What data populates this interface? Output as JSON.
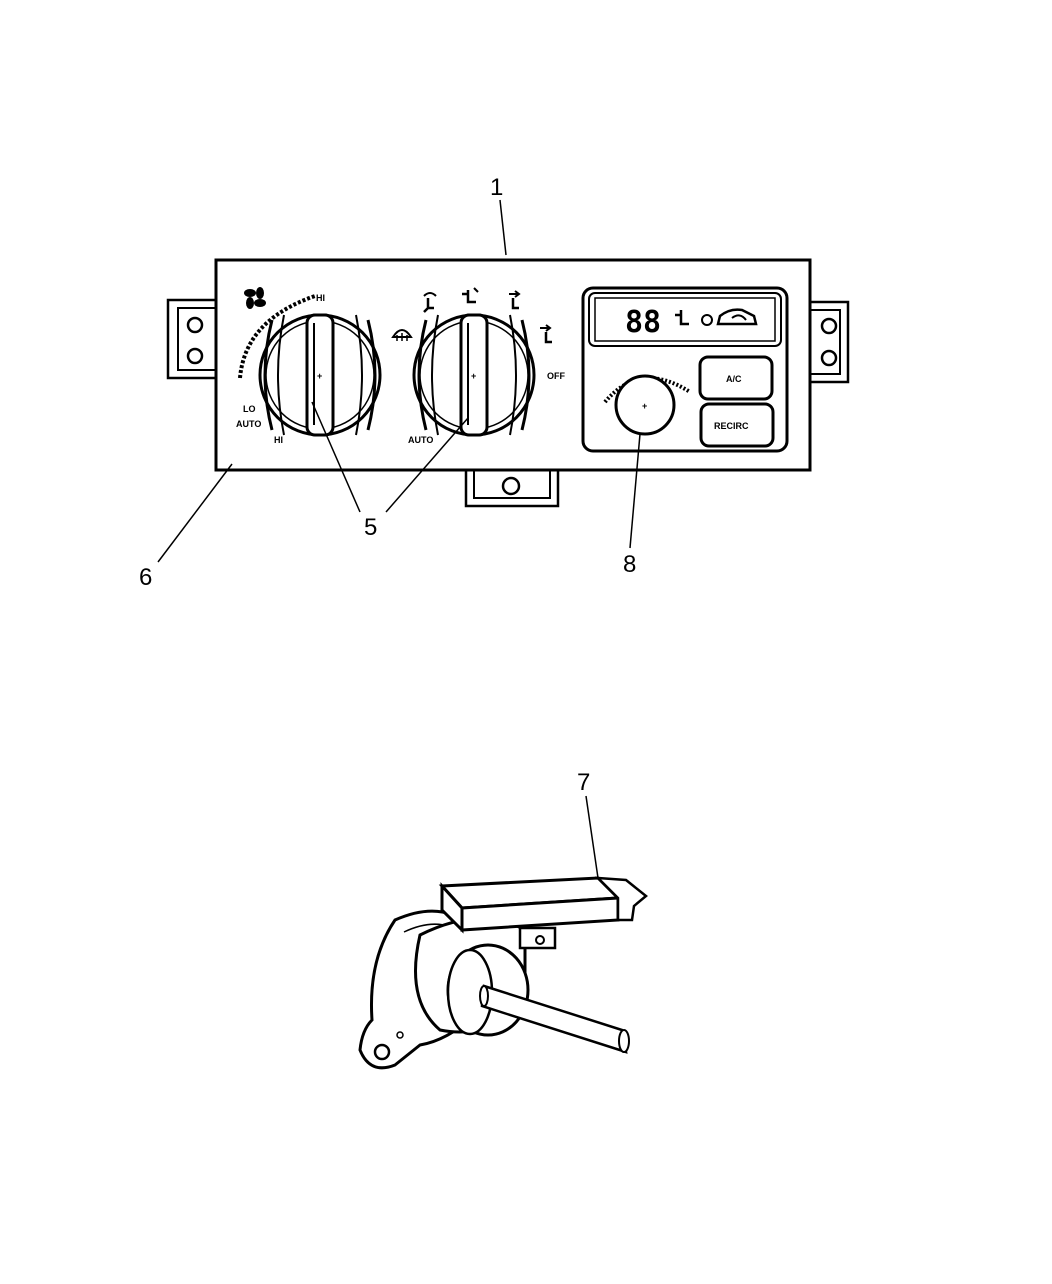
{
  "diagram": {
    "callouts": {
      "c1": "1",
      "c5": "5",
      "c6": "6",
      "c7": "7",
      "c8": "8"
    },
    "panel_labels": {
      "lo": "LO",
      "auto_left": "AUTO",
      "hi": "HI",
      "hi_top": "HI",
      "auto_mid": "AUTO",
      "off": "OFF",
      "plus_1": "+",
      "plus_2": "+",
      "plus_3": "+",
      "lcd_digits": "88"
    },
    "buttons": {
      "ac": "A/C",
      "recirc": "RECIRC"
    },
    "icons": [
      "fan-icon",
      "defrost-icon",
      "vent-mode-icon",
      "floor-mode-icon",
      "car-recirc-icon"
    ]
  }
}
